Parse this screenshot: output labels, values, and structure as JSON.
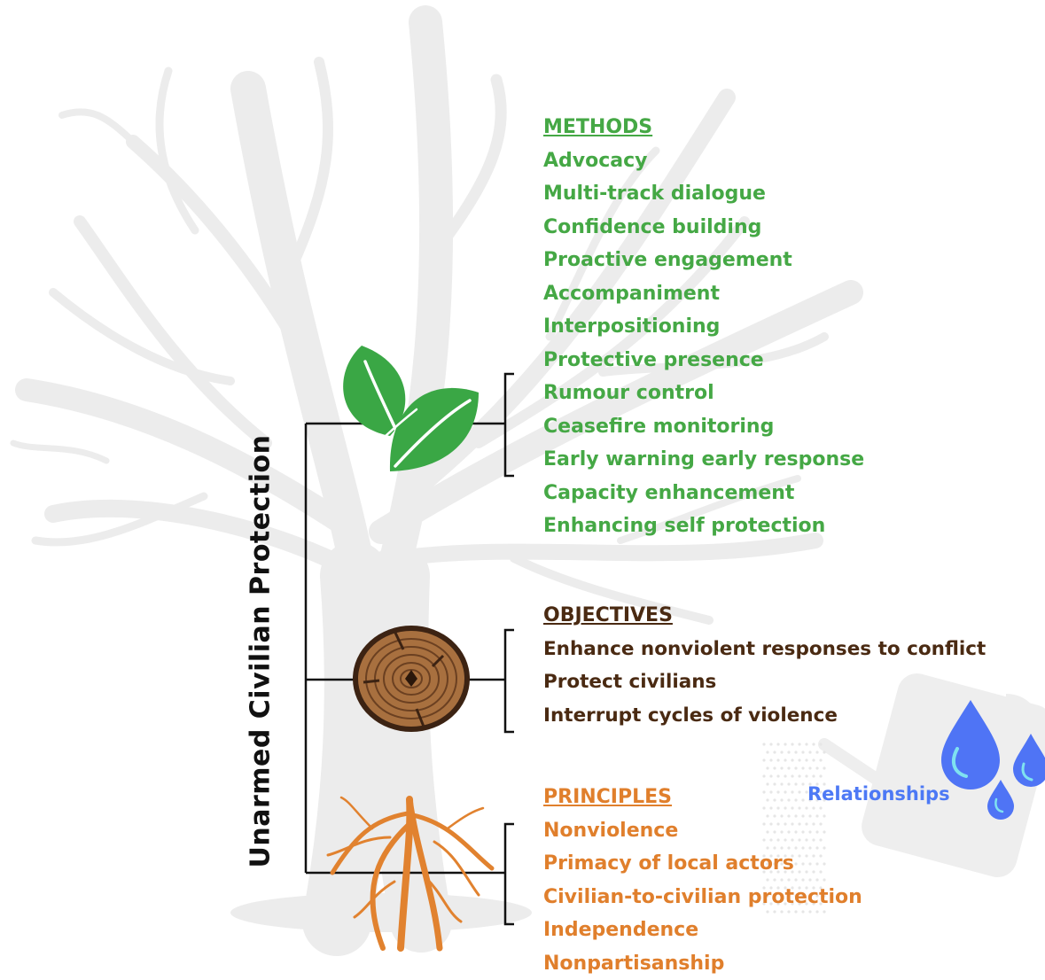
{
  "title": "Unarmed Civilian Protection",
  "methods": {
    "heading": "METHODS",
    "items": [
      "Advocacy",
      "Multi-track dialogue",
      "Confidence building",
      "Proactive engagement",
      "Accompaniment",
      "Interpositioning",
      "Protective presence",
      "Rumour control",
      "Ceasefire monitoring",
      "Early warning early response",
      "Capacity enhancement",
      "Enhancing self protection"
    ]
  },
  "objectives": {
    "heading": "OBJECTIVES",
    "items": [
      "Enhance nonviolent responses to conflict",
      "Protect civilians",
      "Interrupt cycles of violence"
    ]
  },
  "principles": {
    "heading": "PRINCIPLES",
    "items": [
      "Nonviolence",
      "Primacy of local actors",
      "Civilian-to-civilian protection",
      "Independence",
      "Nonpartisanship"
    ]
  },
  "relationships_label": "Relationships",
  "colors": {
    "methods": "#45a845",
    "objectives": "#4a2a12",
    "principles": "#e07f2c",
    "relationships": "#4d79f5",
    "tree": "#ededed"
  },
  "icons": [
    "leaves-icon",
    "tree-stump-icon",
    "roots-icon",
    "watering-can-icon",
    "water-drop-icon"
  ]
}
